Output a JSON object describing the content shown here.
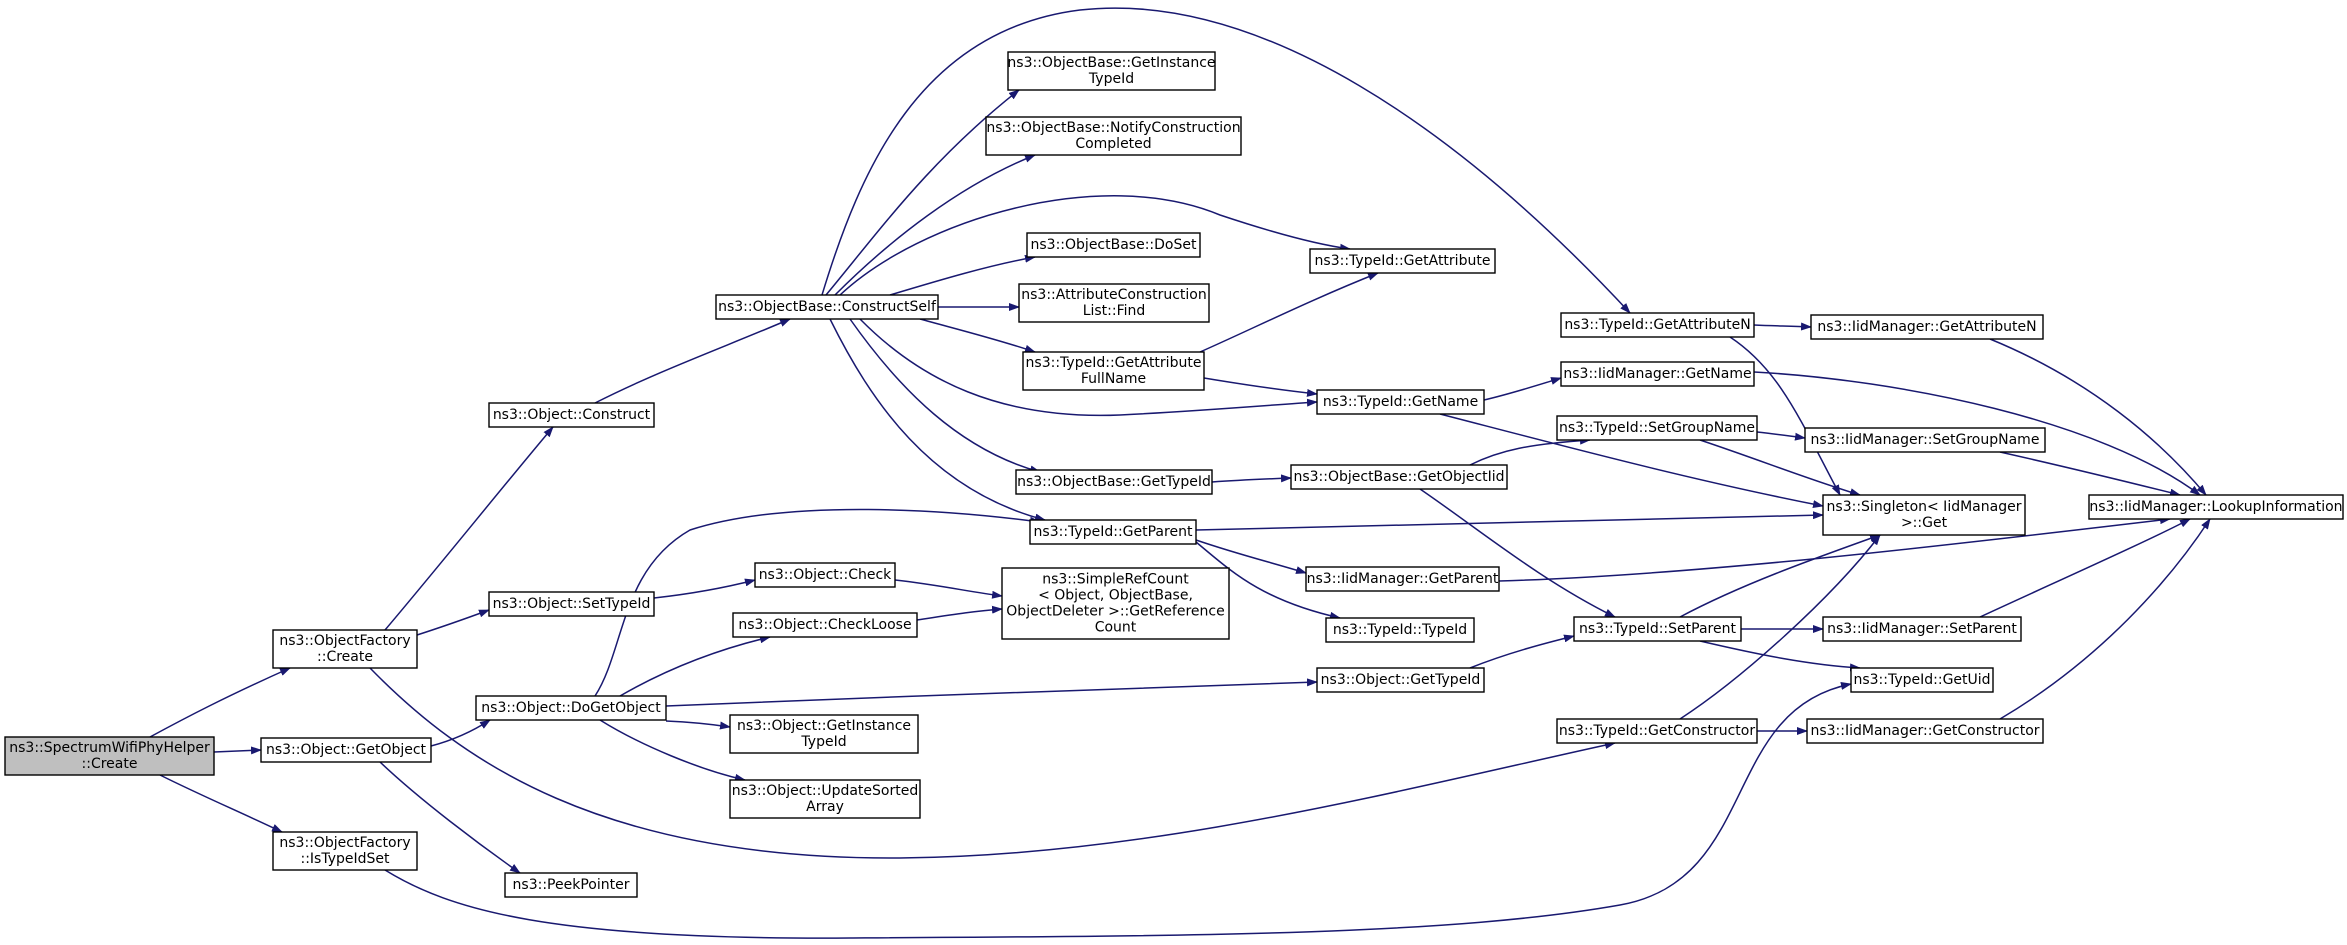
{
  "colors": {
    "edge": "#191970",
    "root_fill": "#bfbfbf",
    "node_fill": "#ffffff",
    "node_stroke": "#000000"
  },
  "nodes": [
    {
      "id": "spectrum",
      "lines": [
        "ns3::SpectrumWifiPhyHelper",
        "::Create"
      ],
      "root": true
    },
    {
      "id": "of_create",
      "lines": [
        "ns3::ObjectFactory",
        "::Create"
      ]
    },
    {
      "id": "obj_getobject",
      "lines": [
        "ns3::Object::GetObject"
      ]
    },
    {
      "id": "of_istypeidset",
      "lines": [
        "ns3::ObjectFactory",
        "::IsTypeIdSet"
      ]
    },
    {
      "id": "obj_construct",
      "lines": [
        "ns3::Object::Construct"
      ]
    },
    {
      "id": "obj_settypeid",
      "lines": [
        "ns3::Object::SetTypeId"
      ]
    },
    {
      "id": "obj_dogetobject",
      "lines": [
        "ns3::Object::DoGetObject"
      ]
    },
    {
      "id": "peekpointer",
      "lines": [
        "ns3::PeekPointer"
      ]
    },
    {
      "id": "ob_constructself",
      "lines": [
        "ns3::ObjectBase::ConstructSelf"
      ]
    },
    {
      "id": "obj_check",
      "lines": [
        "ns3::Object::Check"
      ]
    },
    {
      "id": "obj_checkloose",
      "lines": [
        "ns3::Object::CheckLoose"
      ]
    },
    {
      "id": "obj_getinstancetypeid",
      "lines": [
        "ns3::Object::GetInstance",
        "TypeId"
      ]
    },
    {
      "id": "obj_updatesortedarray",
      "lines": [
        "ns3::Object::UpdateSorted",
        "Array"
      ]
    },
    {
      "id": "ob_getinstancetypeid",
      "lines": [
        "ns3::ObjectBase::GetInstance",
        "TypeId"
      ]
    },
    {
      "id": "ob_notifyconstruction",
      "lines": [
        "ns3::ObjectBase::NotifyConstruction",
        "Completed"
      ]
    },
    {
      "id": "ob_doset",
      "lines": [
        "ns3::ObjectBase::DoSet"
      ]
    },
    {
      "id": "acl_find",
      "lines": [
        "ns3::AttributeConstruction",
        "List::Find"
      ]
    },
    {
      "id": "tid_getattributefullname",
      "lines": [
        "ns3::TypeId::GetAttribute",
        "FullName"
      ]
    },
    {
      "id": "ob_gettypeid",
      "lines": [
        "ns3::ObjectBase::GetTypeId"
      ]
    },
    {
      "id": "tid_getparent",
      "lines": [
        "ns3::TypeId::GetParent"
      ]
    },
    {
      "id": "src_getreferencecount",
      "lines": [
        "ns3::SimpleRefCount",
        "< Object, ObjectBase,",
        " ObjectDeleter >::GetReference",
        "Count"
      ]
    },
    {
      "id": "tid_getattribute",
      "lines": [
        "ns3::TypeId::GetAttribute"
      ]
    },
    {
      "id": "tid_getname",
      "lines": [
        "ns3::TypeId::GetName"
      ]
    },
    {
      "id": "ob_getobjectiid",
      "lines": [
        "ns3::ObjectBase::GetObjectIid"
      ]
    },
    {
      "id": "iid_getparent",
      "lines": [
        "ns3::IidManager::GetParent"
      ]
    },
    {
      "id": "tid_typeid",
      "lines": [
        "ns3::TypeId::TypeId"
      ]
    },
    {
      "id": "obj_gettypeid",
      "lines": [
        "ns3::Object::GetTypeId"
      ]
    },
    {
      "id": "tid_getattributen",
      "lines": [
        "ns3::TypeId::GetAttributeN"
      ]
    },
    {
      "id": "iid_getname",
      "lines": [
        "ns3::IidManager::GetName"
      ]
    },
    {
      "id": "tid_setgroupname",
      "lines": [
        "ns3::TypeId::SetGroupName"
      ]
    },
    {
      "id": "tid_setparent",
      "lines": [
        "ns3::TypeId::SetParent"
      ]
    },
    {
      "id": "tid_getconstructor",
      "lines": [
        "ns3::TypeId::GetConstructor"
      ]
    },
    {
      "id": "iid_getattributen",
      "lines": [
        "ns3::IidManager::GetAttributeN"
      ]
    },
    {
      "id": "iid_setgroupname",
      "lines": [
        "ns3::IidManager::SetGroupName"
      ]
    },
    {
      "id": "singleton_get",
      "lines": [
        "ns3::Singleton< IidManager",
        " >::Get"
      ]
    },
    {
      "id": "iid_setparent",
      "lines": [
        "ns3::IidManager::SetParent"
      ]
    },
    {
      "id": "tid_getuid",
      "lines": [
        "ns3::TypeId::GetUid"
      ]
    },
    {
      "id": "iid_getconstructor",
      "lines": [
        "ns3::IidManager::GetConstructor"
      ]
    },
    {
      "id": "iid_lookupinformation",
      "lines": [
        "ns3::IidManager::LookupInformation"
      ]
    }
  ]
}
